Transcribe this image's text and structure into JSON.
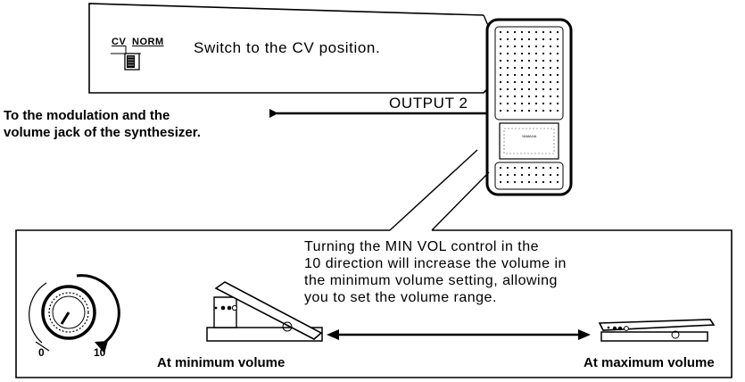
{
  "switch": {
    "cv_label": "CV",
    "norm_label": "NORM",
    "instruction": "Switch to the CV position."
  },
  "output_label": "OUTPUT 2",
  "destination": {
    "line1": "To the modulation and the",
    "line2": "volume jack of the synthesizer."
  },
  "pedal_brand": "YAMAHA",
  "description_lines": [
    "Turning the MIN VOL control in the",
    "10 direction will increase the volume in",
    "the minimum volume setting, allowing",
    "you to set the volume range."
  ],
  "dial": {
    "min_label": "0",
    "max_label": "10"
  },
  "captions": {
    "min": "At minimum volume",
    "max": "At maximum volume"
  }
}
